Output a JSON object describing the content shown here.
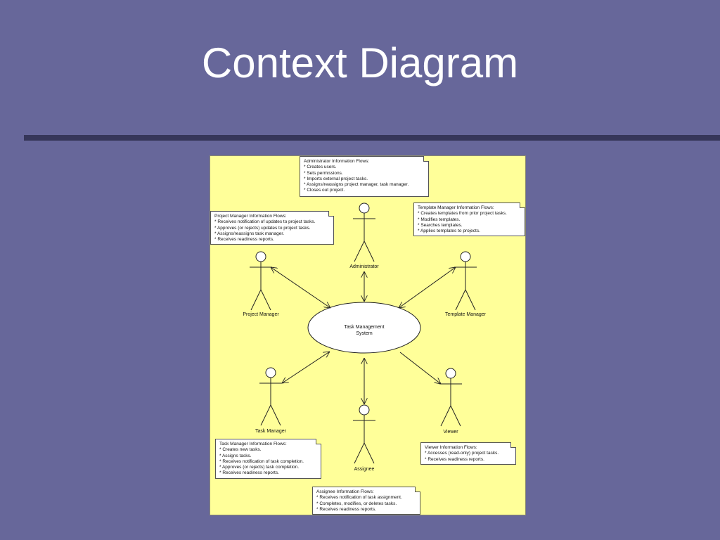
{
  "slide": {
    "title": "Context Diagram"
  },
  "system": {
    "line1": "Task Management",
    "line2": "System"
  },
  "actors": {
    "administrator": "Administrator",
    "project_manager": "Project Manager",
    "template_manager": "Template Manager",
    "task_manager": "Task Manager",
    "viewer": "Viewer",
    "assignee": "Assignee"
  },
  "notes": {
    "administrator": {
      "title": "Administrator Information Flows:",
      "items": [
        "*  Creates users.",
        "*  Sets permissions.",
        "*  Imports external project tasks.",
        "*  Assigns/reassigns project manager, task manager.",
        "*  Closes out project."
      ]
    },
    "project_manager": {
      "title": "Project Manager Information Flows:",
      "items": [
        "*  Receives notification of updates to project tasks.",
        "*  Approves (or rejects) updates to project tasks.",
        "*  Assigns/reassigns task manager.",
        "*  Receives readiness reports."
      ]
    },
    "template_manager": {
      "title": "Template Manager Information Flows:",
      "items": [
        "*  Creates templates from prior project tasks.",
        "*  Modifies templates.",
        "*  Searches templates.",
        "*  Applies templates to projects."
      ]
    },
    "task_manager": {
      "title": "Task Manager Information Flows:",
      "items": [
        "*  Creates new tasks.",
        "*  Assigns tasks.",
        "*  Receives notification of task completion.",
        "*  Approves (or rejects) task completion.",
        "*  Receives readiness reports."
      ]
    },
    "viewer": {
      "title": "Viewer Information Flows:",
      "items": [
        "*  Accesses (read-only) project tasks.",
        "*  Receives readiness reports."
      ]
    },
    "assignee": {
      "title": "Assignee Information Flows:",
      "items": [
        "*  Receives notification of task assignment.",
        "*  Completes, modifies, or deletes tasks.",
        "*  Receives readiness reports."
      ]
    }
  }
}
